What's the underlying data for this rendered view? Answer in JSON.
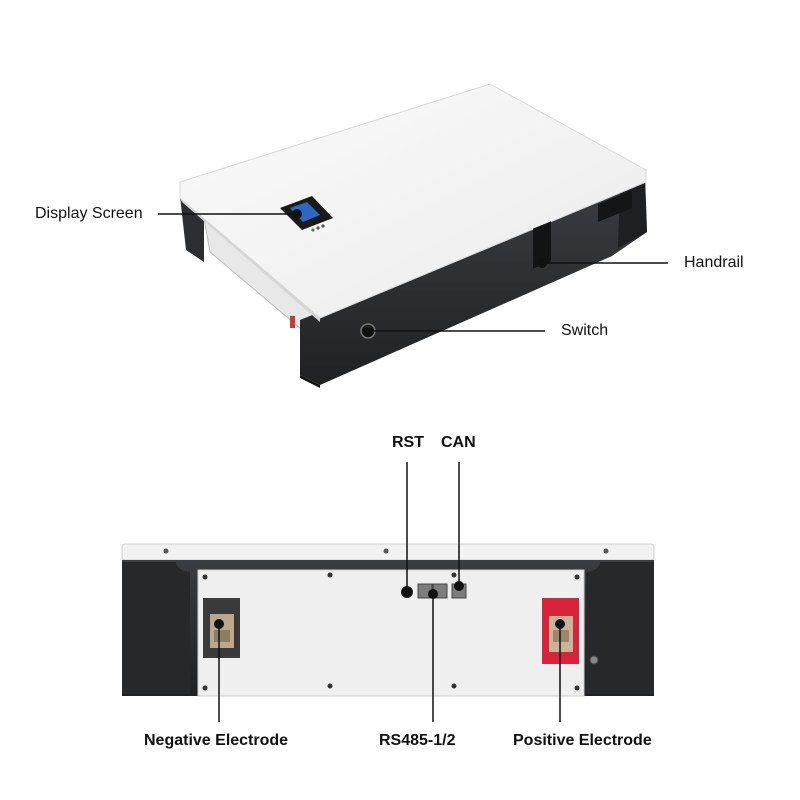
{
  "top_labels": {
    "display_screen": "Display Screen",
    "handrail": "Handrail",
    "switch": "Switch"
  },
  "bottom_labels": {
    "rst": "RST",
    "can": "CAN",
    "negative_electrode": "Negative Electrode",
    "rs485": "RS485-1/2",
    "positive_electrode": "Positive Electrode"
  },
  "colors": {
    "casing_white": "#f4f4f4",
    "casing_black": "#2b2d30",
    "positive_terminal": "#d8243a",
    "negative_terminal": "#3a3a3a",
    "leader_line": "#111111"
  }
}
